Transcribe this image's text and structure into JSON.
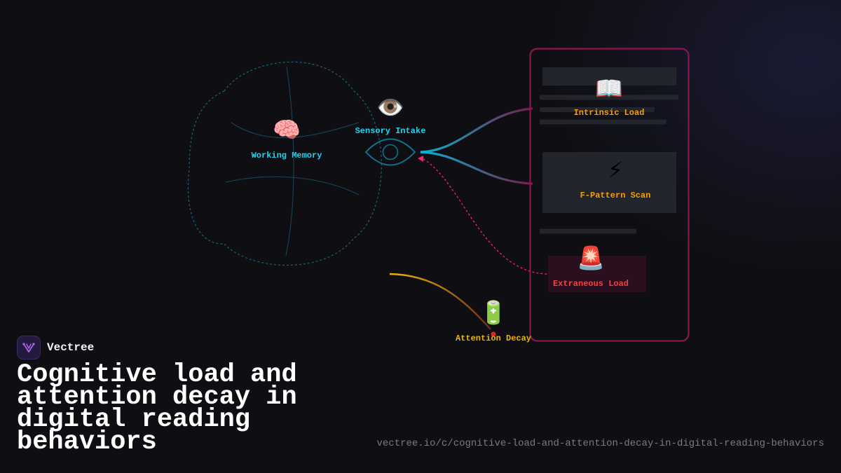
{
  "brand": {
    "name": "Vectree"
  },
  "title": "Cognitive load and attention decay in digital reading behaviors",
  "url": "vectree.io/c/cognitive-load-and-attention-decay-in-digital-reading-behaviors",
  "nodes": {
    "working_memory": {
      "icon": "brain-icon",
      "glyph": "🧠",
      "label": "Working Memory"
    },
    "sensory_intake": {
      "icon": "eye-icon",
      "glyph": "👁️",
      "label": "Sensory Intake"
    },
    "intrinsic_load": {
      "icon": "open-book-icon",
      "glyph": "📖",
      "label": "Intrinsic Load"
    },
    "f_pattern_scan": {
      "icon": "lightning-icon",
      "glyph": "⚡",
      "label": "F-Pattern Scan"
    },
    "extraneous_load": {
      "icon": "siren-icon",
      "glyph": "🚨",
      "label": "Extraneous Load"
    },
    "attention_decay": {
      "icon": "battery-icon",
      "glyph": "🔋",
      "label": "Attention Decay"
    }
  },
  "colors": {
    "cyan": "#22d3ee",
    "amber": "#f59e0b",
    "red": "#ef4444",
    "gold": "#eab308",
    "magenta": "#c0166a",
    "pink_dashed": "#ff1f6b",
    "background": "#0f0f13"
  }
}
